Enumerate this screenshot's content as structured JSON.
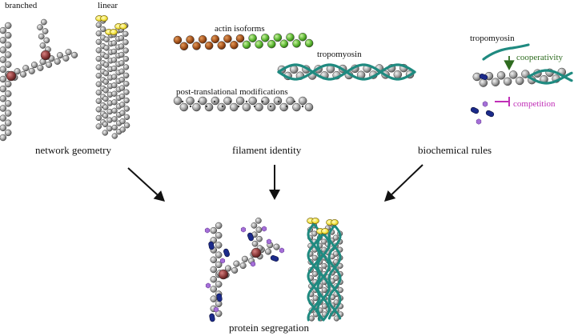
{
  "labels": {
    "branched": "branched",
    "linear": "linear",
    "actin_isoforms": "actin isoforms",
    "tropomyosin_mid": "tropomyosin",
    "ptm": "post-translational modifications",
    "tropomyosin_right": "tropomyosin",
    "cooperativity": "cooperativity",
    "competition": "competition",
    "network_geometry": "network geometry",
    "filament_identity": "filament identity",
    "biochemical_rules": "biochemical rules",
    "protein_segregation": "protein segregation"
  },
  "colors": {
    "actin_gray": "#9a9a9a",
    "actin_edge": "#4a4a4a",
    "arp_red": "#8b3a3a",
    "formin_yellow": "#f2e23a",
    "isoform_brown": "#9c4a17",
    "isoform_green": "#5cb832",
    "tropomyosin_teal": "#1f8a80",
    "binder_blue": "#1b2a8a",
    "binder_purple": "#a56fd8",
    "cooperativity_green": "#2e6b1f",
    "competition_magenta": "#c02fb7",
    "arrow": "#111111"
  }
}
